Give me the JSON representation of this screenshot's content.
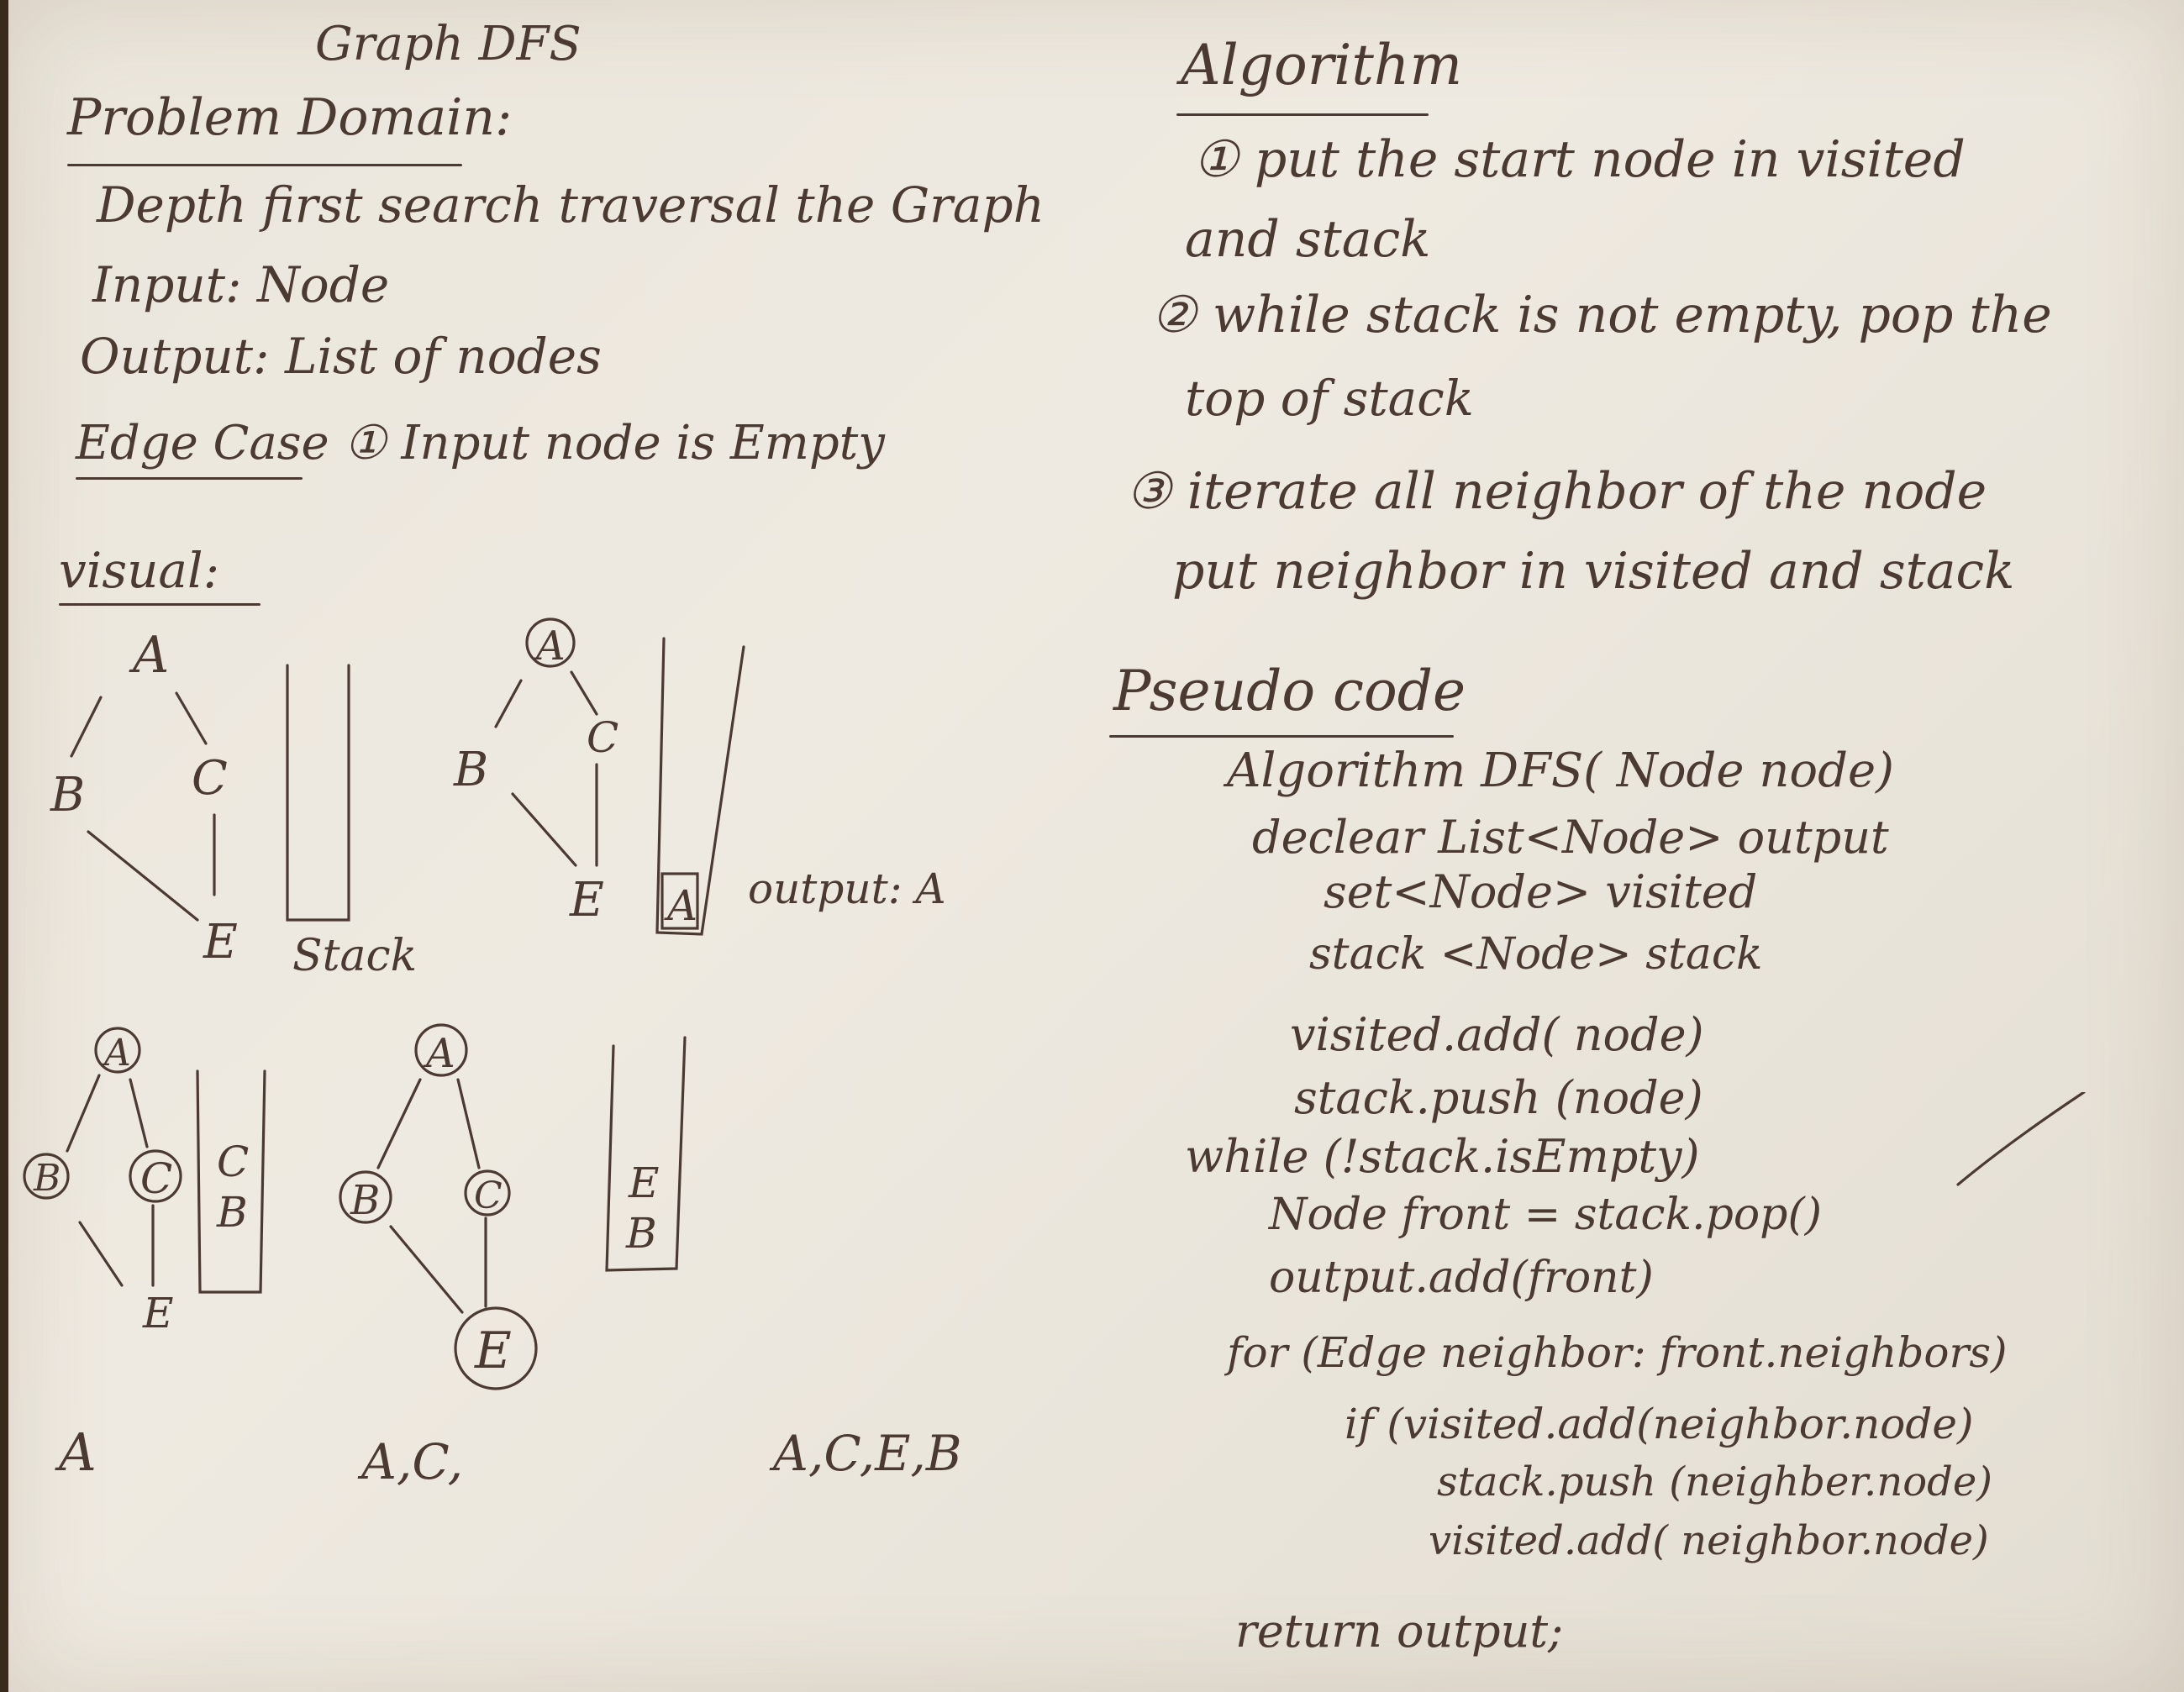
{
  "left": {
    "title": "Graph DFS",
    "problem_heading": "Problem Domain:",
    "lines": [
      "Depth first search traversal the Graph",
      "Input: Node",
      "Output: List of nodes",
      "Edge Case ① Input node is Empty"
    ],
    "visual_heading": "visual:"
  },
  "diagram": {
    "node_a": "A",
    "node_b": "B",
    "node_c": "C",
    "node_e": "E",
    "stack_label": "Stack",
    "output_text": "output: A",
    "outputs": [
      "A",
      "A,C,",
      "A,C,E,B"
    ]
  },
  "algorithm": {
    "heading": "Algorithm",
    "steps": [
      "① put the start node in visited",
      "and stack",
      "② while stack is not empty, pop the",
      "top of stack",
      "③ iterate all neighbor of the node",
      "put neighbor in visited and stack"
    ]
  },
  "pseudo": {
    "heading": "Pseudo code",
    "lines": [
      "Algorithm DFS( Node node)",
      "declear List<Node> output",
      "set<Node> visited",
      "stack <Node> stack",
      "visited.add( node)",
      "stack.push (node)",
      "while (!stack.isEmpty)",
      "Node front = stack.pop()",
      "output.add(front)",
      "for (Edge neighbor: front.neighbors)",
      "if (visited.add(neighbor.node)",
      "stack.push (neighber.node)",
      "visited.add( neighbor.node)",
      "return output;"
    ]
  }
}
